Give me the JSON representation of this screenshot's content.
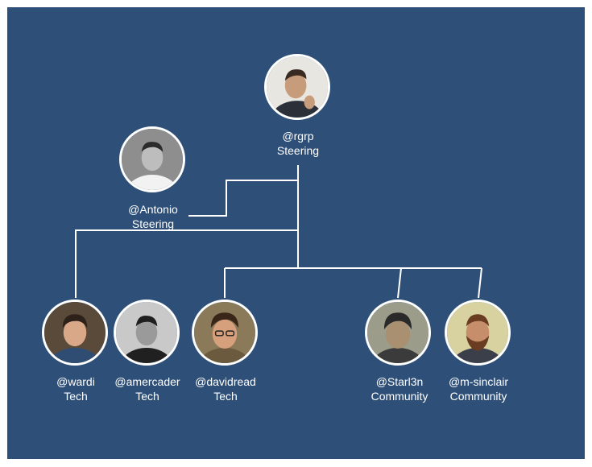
{
  "people": [
    {
      "id": "rgrp",
      "handle": "@rgrp",
      "role": "Steering",
      "avatar_icon": "person-photo-icon",
      "bg": "#e8e6e1",
      "skin": "#c79c7a",
      "hair": "#3a2b22",
      "shirt": "#2a2f38"
    },
    {
      "id": "antonio",
      "handle": "@Antonio",
      "role": "Steering",
      "avatar_icon": "person-photo-icon",
      "bg": "#8e8e8e",
      "skin": "#bdbdbd",
      "hair": "#2b2b2b",
      "shirt": "#f2f2f2"
    },
    {
      "id": "wardi",
      "handle": "@wardi",
      "role": "Tech",
      "avatar_icon": "person-photo-icon",
      "bg": "#5a4a3a",
      "skin": "#d9a888",
      "hair": "#2d211a",
      "shirt": "#2f4c73"
    },
    {
      "id": "amercader",
      "handle": "@amercader",
      "role": "Tech",
      "avatar_icon": "person-photo-icon",
      "bg": "#c9c9c9",
      "skin": "#9a9a9a",
      "hair": "#1f1f1f",
      "shirt": "#202020"
    },
    {
      "id": "davidread",
      "handle": "@davidread",
      "role": "Tech",
      "avatar_icon": "person-photo-icon",
      "bg": "#8a7a5a",
      "skin": "#d6a07c",
      "hair": "#3a2618",
      "shirt": "#6b5a3d"
    },
    {
      "id": "starl3n",
      "handle": "@Starl3n",
      "role": "Community",
      "avatar_icon": "person-photo-icon",
      "bg": "#9c9c8a",
      "skin": "#a89070",
      "hair": "#2a2a2a",
      "shirt": "#3b3b3b"
    },
    {
      "id": "msinclair",
      "handle": "@m-sinclair",
      "role": "Community",
      "avatar_icon": "person-photo-icon",
      "bg": "#d8d2a0",
      "skin": "#c68e6a",
      "hair": "#6a3c22",
      "shirt": "#3b3f4a"
    }
  ],
  "colors": {
    "panel": "#2e5078",
    "lines": "#ffffff",
    "avatar_ring": "#ffffff"
  }
}
